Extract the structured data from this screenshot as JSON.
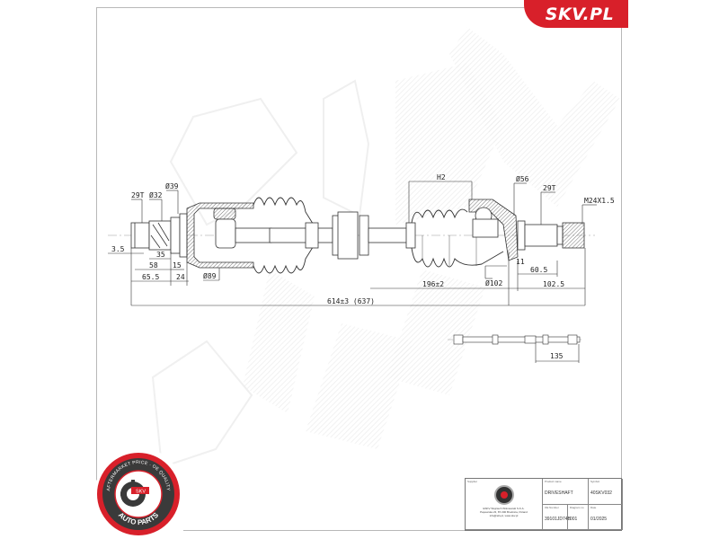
{
  "brand": {
    "label": "SKV.PL",
    "color": "#d8202a"
  },
  "drawing": {
    "title": "Driveshaft technical drawing",
    "watermark": "SKV",
    "left_end": {
      "spline_teeth": "29T",
      "diameter_spline": "Ø32",
      "diameter_collar": "Ø39",
      "diameter_housing": "Ø89",
      "dims": [
        "3.5",
        "35",
        "58",
        "15",
        "65.5",
        "24"
      ]
    },
    "right_end": {
      "boot_length_label": "H2",
      "diameter_collar": "Ø56",
      "spline_teeth": "29T",
      "thread": "M24X1.5",
      "diameter_housing": "Ø102",
      "dims": [
        "11",
        "60.5",
        "102.5"
      ]
    },
    "overall": {
      "length": "614±3 (637)",
      "center_offset": "196±2"
    },
    "small_view": {
      "dim": "135"
    }
  },
  "title_block": {
    "supplier_label": "Supplier",
    "supplier_lines": [
      "ESKV Wojciech Wiśniewski S.K.A.",
      "Papowska 23, 87-300 Brodnica, Poland",
      "info@skv.pl, www.skv.pl"
    ],
    "product_name_label": "Product name",
    "product_name": "DRIVESHAFT",
    "symbol_label": "Symbol",
    "symbol": "40SKV032",
    "oe_number_label": "OE Number",
    "oe_number": "39101JD74B",
    "diagram_no_label": "Diagram no",
    "diagram_no": "001",
    "date_label": "Date",
    "date": "01/2025"
  },
  "badge": {
    "top_text": "AFTERMARKET PRICE · OE QUALITY",
    "center_text": "SKV",
    "bottom_text": "AUTO PARTS",
    "color": "#d8202a"
  }
}
